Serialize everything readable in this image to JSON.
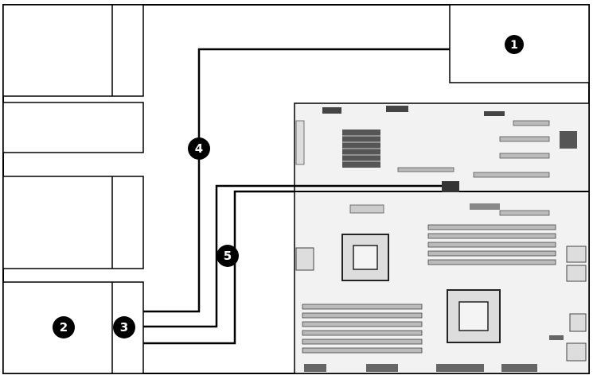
{
  "callouts": [
    {
      "id": "c1",
      "label": "1"
    },
    {
      "id": "c2",
      "label": "2"
    },
    {
      "id": "c3",
      "label": "3"
    },
    {
      "id": "c4",
      "label": "4"
    },
    {
      "id": "c5",
      "label": "5"
    }
  ],
  "colors": {
    "line": "#000000",
    "board": "#ececec",
    "component": "#3a3a3a",
    "slot": "#cfcfcf",
    "callout_fill": "#000000",
    "callout_text": "#ffffff"
  }
}
